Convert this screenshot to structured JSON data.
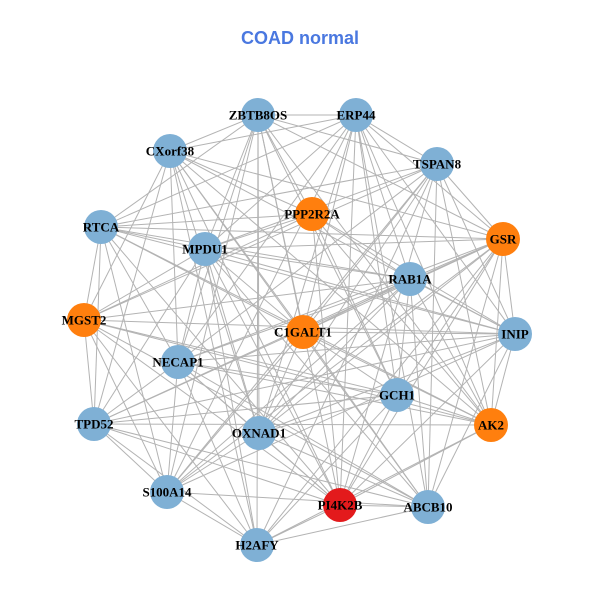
{
  "title": "COAD normal",
  "colors": {
    "normal": "#7fb0d5",
    "highlight": "#ff7f0e",
    "hub": "#e31a1c",
    "edge": "#b3b3b3",
    "title": "#4a78e0"
  },
  "nodes": [
    {
      "id": "ZBTB8OS",
      "type": "normal"
    },
    {
      "id": "ERP44",
      "type": "normal"
    },
    {
      "id": "CXorf38",
      "type": "normal"
    },
    {
      "id": "TSPAN8",
      "type": "normal"
    },
    {
      "id": "PPP2R2A",
      "type": "highlight"
    },
    {
      "id": "RTCA",
      "type": "normal"
    },
    {
      "id": "GSR",
      "type": "highlight"
    },
    {
      "id": "MPDU1",
      "type": "normal"
    },
    {
      "id": "RAB1A",
      "type": "normal"
    },
    {
      "id": "MGST2",
      "type": "highlight"
    },
    {
      "id": "C1GALT1",
      "type": "highlight"
    },
    {
      "id": "INIP",
      "type": "normal"
    },
    {
      "id": "NECAP1",
      "type": "normal"
    },
    {
      "id": "GCH1",
      "type": "normal"
    },
    {
      "id": "TPD52",
      "type": "normal"
    },
    {
      "id": "AK2",
      "type": "highlight"
    },
    {
      "id": "OXNAD1",
      "type": "normal"
    },
    {
      "id": "S100A14",
      "type": "normal"
    },
    {
      "id": "PI4K2B",
      "type": "hub"
    },
    {
      "id": "ABCB10",
      "type": "normal"
    },
    {
      "id": "H2AFY",
      "type": "normal"
    }
  ]
}
